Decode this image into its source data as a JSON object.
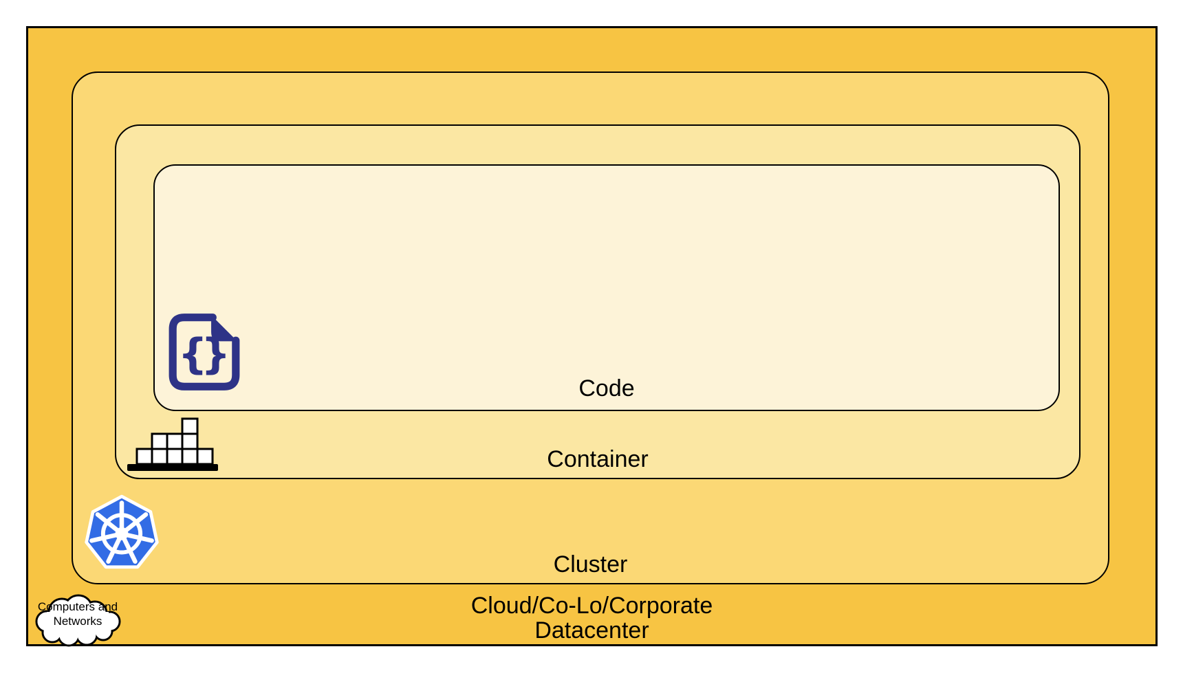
{
  "diagram": {
    "layers": [
      {
        "id": "code",
        "label": "Code",
        "fill": "#FDF3D8",
        "icon": "code-file-icon"
      },
      {
        "id": "container",
        "label": "Container",
        "fill": "#FBE7A3",
        "icon": "container-blocks-icon"
      },
      {
        "id": "cluster",
        "label": "Cluster",
        "fill": "#FBD875",
        "icon": "kubernetes-icon"
      },
      {
        "id": "datacenter",
        "label_line1": "Cloud/Co-Lo/Corporate",
        "label_line2": "Datacenter",
        "fill": "#F7C443",
        "icon": "cloud-icon"
      }
    ],
    "cloud_callout": {
      "line1": "Computers and",
      "line2": "Networks"
    },
    "icon_glyphs": {
      "brace_left": "{",
      "brace_right": "}"
    },
    "colors": {
      "border": "#000000",
      "code_icon_navy": "#2E3387",
      "kubernetes_blue": "#326CE5",
      "block_fill": "#FFFFFF",
      "cloud_fill": "#FFFFFF",
      "label_text": "#000000"
    }
  }
}
